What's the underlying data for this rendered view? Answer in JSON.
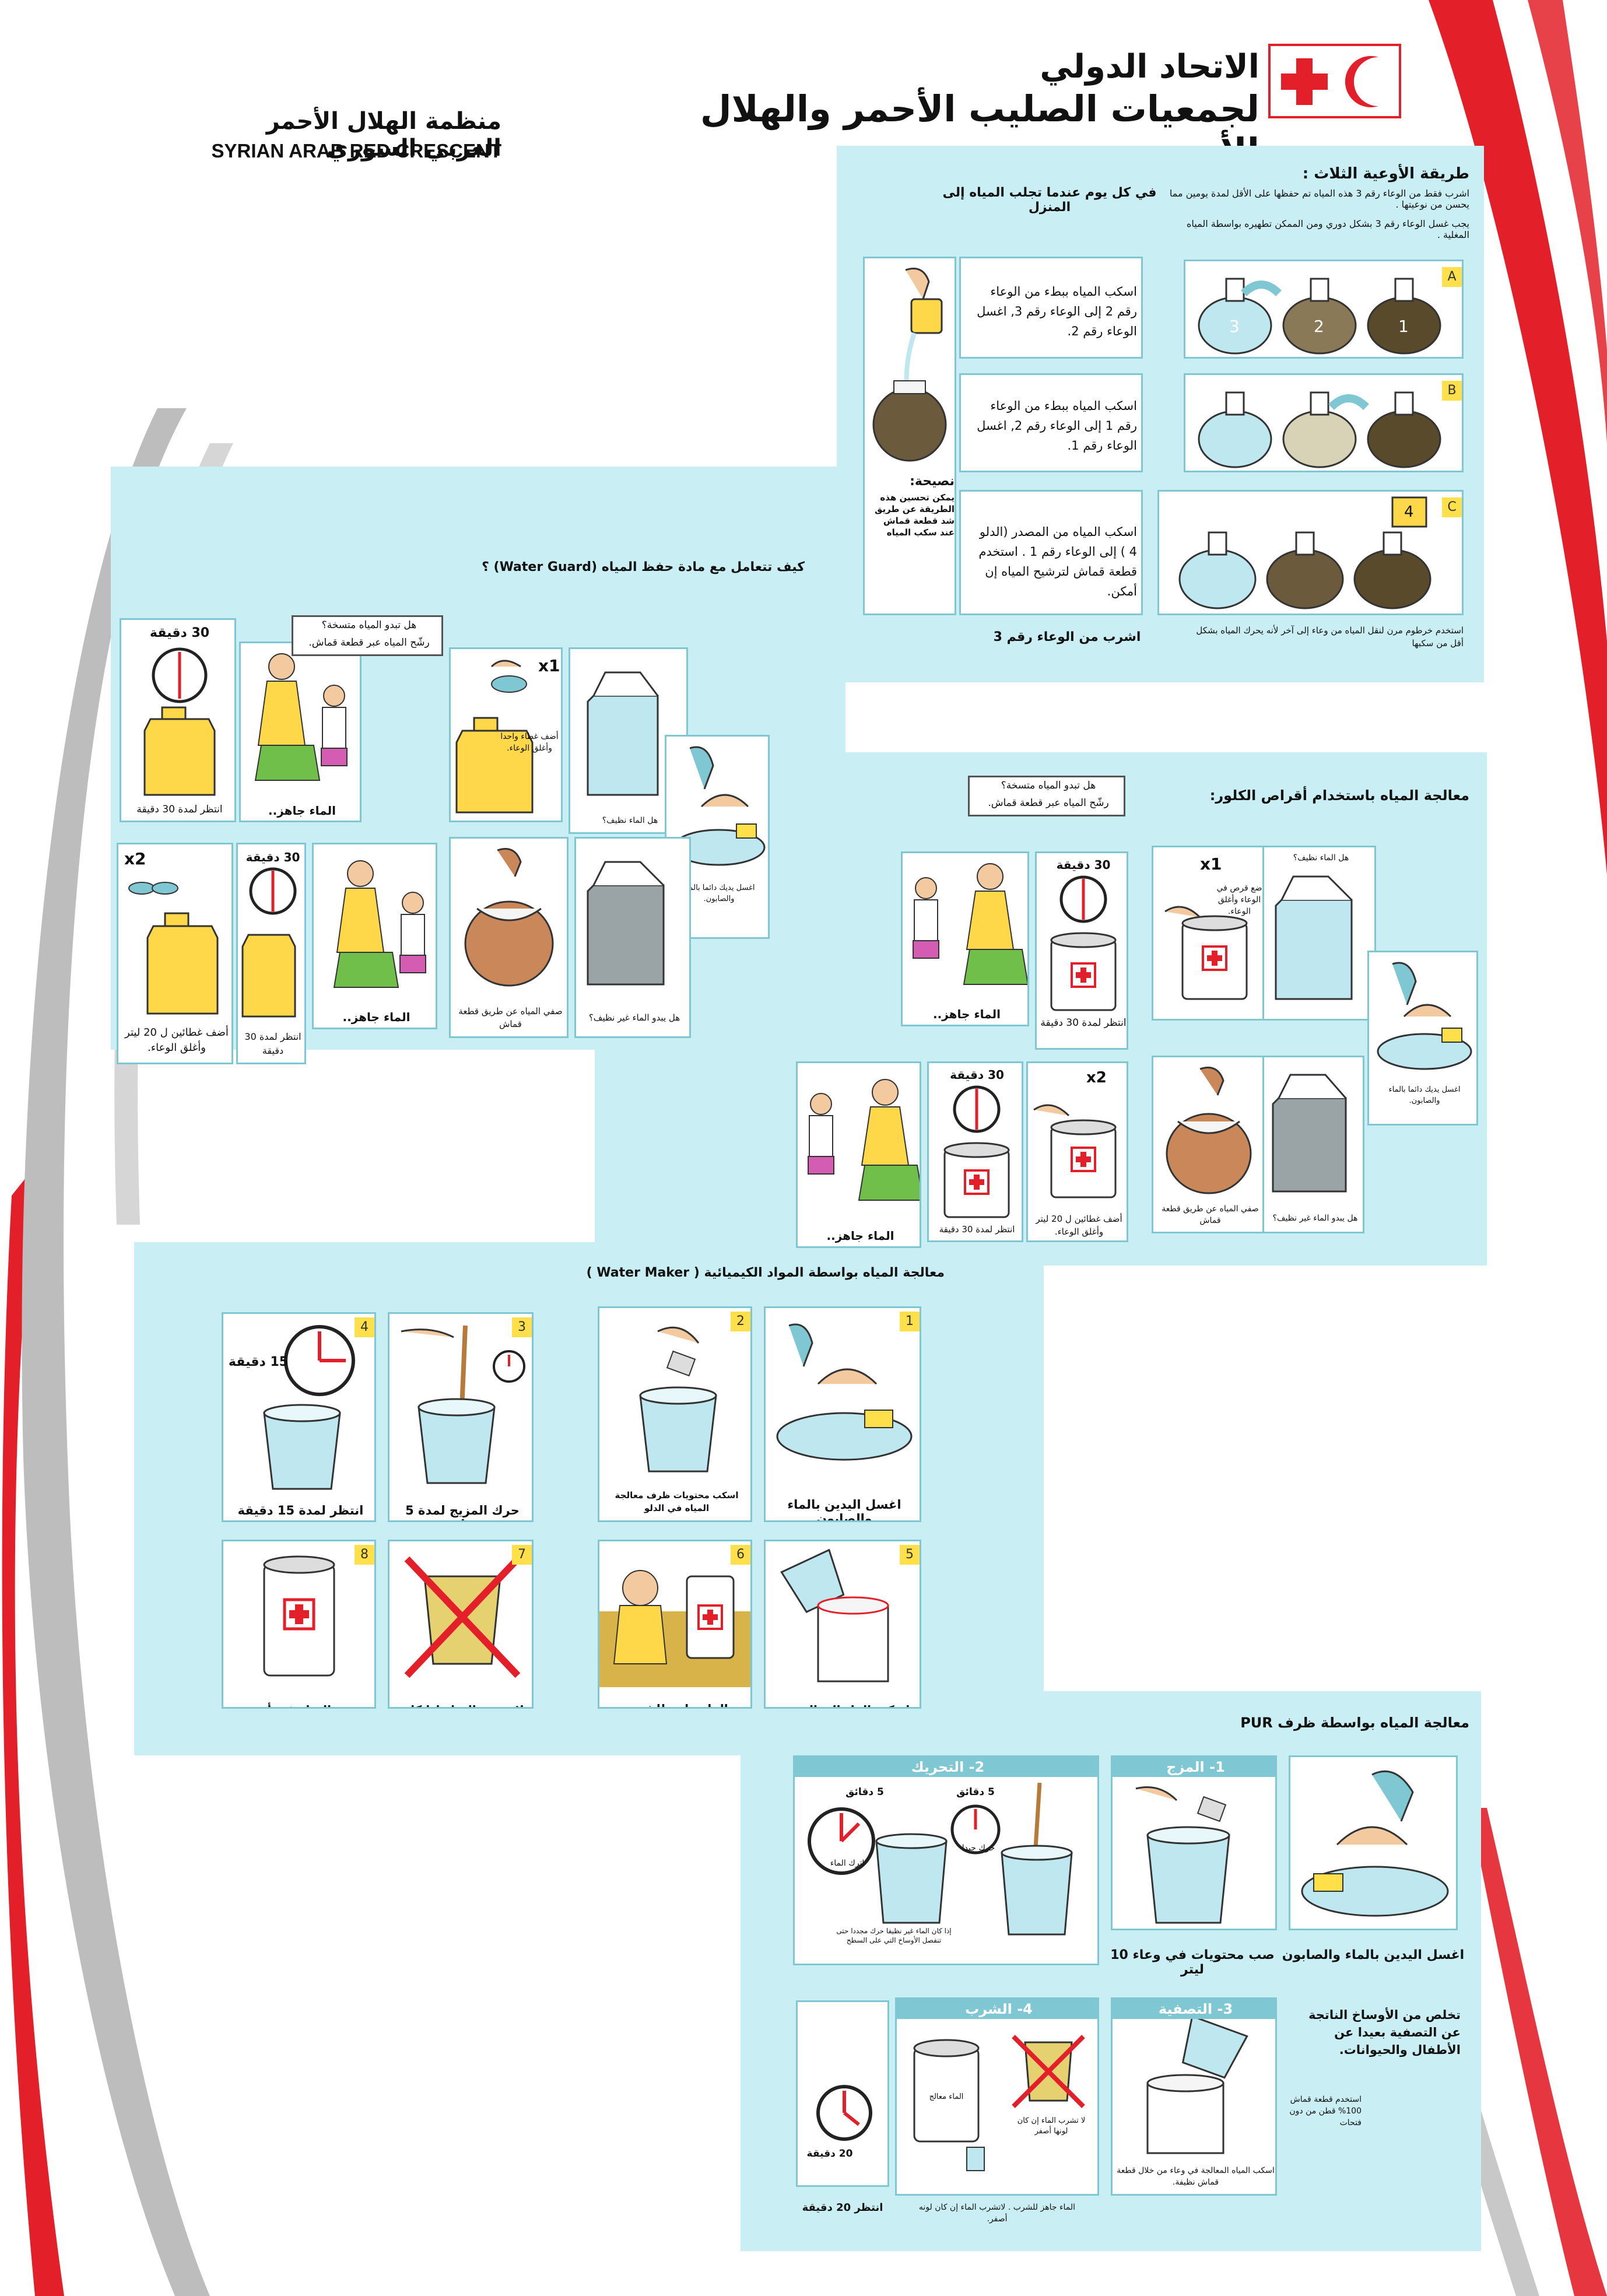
{
  "header": {
    "sarc_ar": "منظمة الهلال الأحمر العربي السوري",
    "sarc_en": "SYRIAN ARAB RED CRESCENT",
    "ifrc_line1": "الاتحاد الدولي",
    "ifrc_line2": "لجمعيات الصليب الأحمر والهلال الأحمر"
  },
  "colors": {
    "red": "#e3202a",
    "aqua": "#c9eef3",
    "card_border": "#7fc7d2",
    "yellow": "#ffe04a",
    "gray": "#bdbdbd"
  },
  "three_pots": {
    "title": "طريقة الأوعية الثلاث :",
    "intro1": "اشرب فقط من الوعاء رقم 3 هذه المياه تم حفظها على الأقل لمدة يومين مما يحسن من نوعيتها .",
    "intro2": "يجب غسل الوعاء رقم 3 بشكل دوري ومن الممكن تطهيره بواسطة المياه المغلية .",
    "daily": "في كل يوم عندما تجلب المياه إلى المنزل",
    "stepA": "اسكب المياه ببطء من الوعاء رقم 2 إلى الوعاء رقم 3, اغسل الوعاء رقم 2.",
    "stepB": "اسكب المياه ببطء من الوعاء رقم 1 إلى الوعاء رقم 2, اغسل الوعاء رقم 1.",
    "stepC": "اسكب المياه من المصدر (الدلو 4 ) إلى الوعاء رقم 1 . استخدم قطعة قماش لترشيح المياه إن أمكن.",
    "letterA": "A",
    "letterB": "B",
    "letterC": "C",
    "pot1": "1",
    "pot2": "2",
    "pot3": "3",
    "bucket4": "4",
    "tip_title": "نصيحة:",
    "tip_text": "يمكن تحسين هذه الطريقة عن طريق شد قطعة قماش عند سكب المياه",
    "drink3": "اشرب من الوعاء رقم 3",
    "hose_note": "استخدم خرطوم مرن لنقل المياه من وعاء إلى آخر لأنه يحرك المياه بشكل أقل من سكبها"
  },
  "water_guard": {
    "title": "كيف تتعامل مع مادة حفظ المياه (Water Guard) ؟",
    "turbid_q1": "هل تبدو المياه متسخة؟",
    "turbid_q2": "رشّح المياه عبر قطعة قماش.",
    "timer30": "30 دقيقة",
    "wait30": "انتظر لمدة 30 دقيقة",
    "ready": "الماء جاهز..",
    "add_cap": "أضف غطاء واحدا وأغلق الوعاء.",
    "x1": "x1",
    "x2": "x2",
    "clean_q": "هل الماء نظيف؟",
    "wash": "اغسل يديك دائما بالماء والصابون.",
    "add_two": "أضف غطائين ل 20 ليتر وأغلق الوعاء.",
    "filter_cloth": "صفي المياه عن طريق قطعة قماش",
    "dirty_q": "هل يبدو الماء غير نظيف؟"
  },
  "chlorine": {
    "title": "معالجة المياه باستخدام أقراص الكلور:",
    "turbid_q1": "هل تبدو المياه متسخة؟",
    "turbid_q2": "رشّح المياه عبر قطعة قماش.",
    "timer30": "30 دقيقة",
    "wait30": "انتظر لمدة 30 دقيقة",
    "ready": "الماء جاهز..",
    "x1": "x1",
    "x2": "x2",
    "put_tab": "ضع قرص في الوعاء وأغلق الوعاء.",
    "clean_q": "هل الماء نظيف؟",
    "wash": "اغسل يديك دائما بالماء والصابون.",
    "add_two": "أضف غطائين ل 20 ليتر وأغلق الوعاء.",
    "filter_cloth": "صفي المياه عن طريق قطعة قماش",
    "dirty_q": "هل يبدو الماء غير نظيف؟"
  },
  "water_maker": {
    "title": "معالجة المياه بواسطة المواد الكيميائية ( Water Maker )",
    "s1": "اغسل اليدين بالماء والصابون",
    "s2": "اسكب محتويات ظرف معالجة المياه في الدلو",
    "s3": "حرك المزيج لمدة 5 دقائق",
    "s4": "انتظر لمدة 15 دقيقة",
    "timer15": "15 دقيقة",
    "s5": "اسكب الماء المعالج من خلال قطعة قماش",
    "s6": "الماء جاهز للشرب",
    "s7": "لاتشرب المياه إذا كان لونها أصفر",
    "s8": "خزن المياه في أوعية محكمة الإغلاق",
    "n1": "1",
    "n2": "2",
    "n3": "3",
    "n4": "4",
    "n5": "5",
    "n6": "6",
    "n7": "7",
    "n8": "8"
  },
  "pur": {
    "title": "معالجة المياه بواسطة ظرف PUR",
    "wash": "اغسل اليدين بالماء والصابون",
    "bar1": "1- المزج",
    "pour10": "صب محتويات في وعاء 10 ليتر",
    "bar2": "2- التحريك",
    "stir_fast": "حرك جيدا",
    "let_sit": "اترك الماء",
    "five_min": "5 دقائق",
    "stir_again": "إذا كان الماء غير نظيفا حرك مجددا حتى تنفصل الأوساخ التي على السطح",
    "dispose": "تخلص من الأوساخ الناتجة عن التصفية بعيدا عن الأطفال والحيوانات.",
    "bar3": "3- التصفية",
    "cloth_note": "استخدم قطعة قماش 100% قطن من دون فتحات",
    "filter_clean": "اسكب المياه المعالجة في وعاء من خلال قطعة قماش نظيفة.",
    "bar4": "4- الشرب",
    "treated": "الماء معالج",
    "no_yellow": "لا تشرب الماء إن كان لونها أصفر",
    "ready_drink": "الماء جاهز للشرب . لاتشرب الماء إن كان لونه أصفر.",
    "timer20": "20 دقيقة",
    "wait20": "انتظر 20 دقيقة"
  }
}
